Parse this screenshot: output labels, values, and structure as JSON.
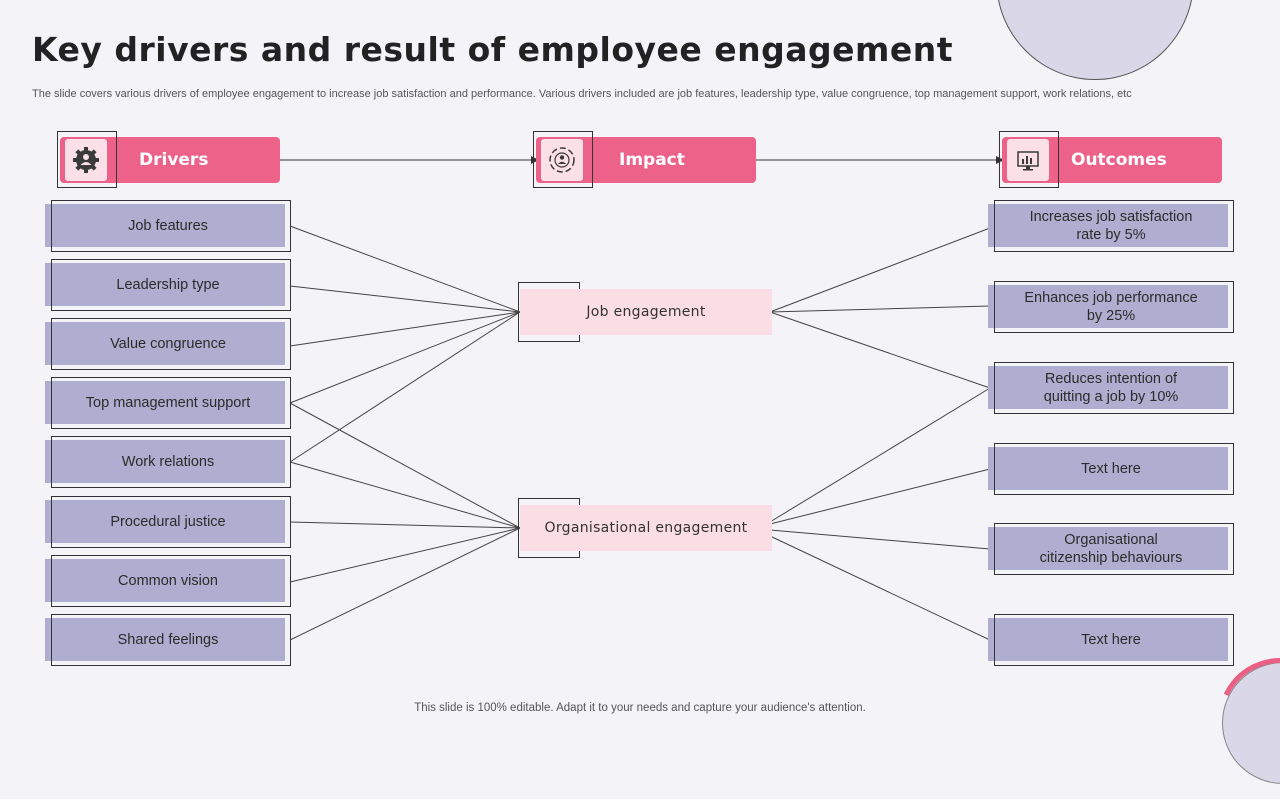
{
  "title": "Key drivers and result of employee engagement",
  "subtitle": "The slide covers various drivers of employee engagement to increase job satisfaction and performance. Various drivers included are job features, leadership type, value congruence, top management support, work relations, etc",
  "footer": "This slide is 100% editable. Adapt it to your needs and capture your audience's attention.",
  "headers": {
    "drivers": "Drivers",
    "impact": "Impact",
    "outcomes": "Outcomes"
  },
  "icons": {
    "drivers": "gear-people-icon",
    "impact": "target-people-icon",
    "outcomes": "monitor-chart-icon"
  },
  "drivers": [
    "Job features",
    "Leadership type",
    "Value congruence",
    "Top management support",
    "Work relations",
    "Procedural justice",
    "Common vision",
    "Shared feelings"
  ],
  "impacts": [
    "Job engagement",
    "Organisational engagement"
  ],
  "outcomes": [
    "Increases job satisfaction rate by 5%",
    "Enhances job performance by 25%",
    "Reduces intention of quitting a job by 10%",
    "Text here",
    "Organisational citizenship behaviours",
    "Text here"
  ],
  "colors": {
    "accent": "#ec6289",
    "box": "#b0aed0",
    "impact_box": "#fbdde6",
    "background": "#f4f3f8"
  }
}
